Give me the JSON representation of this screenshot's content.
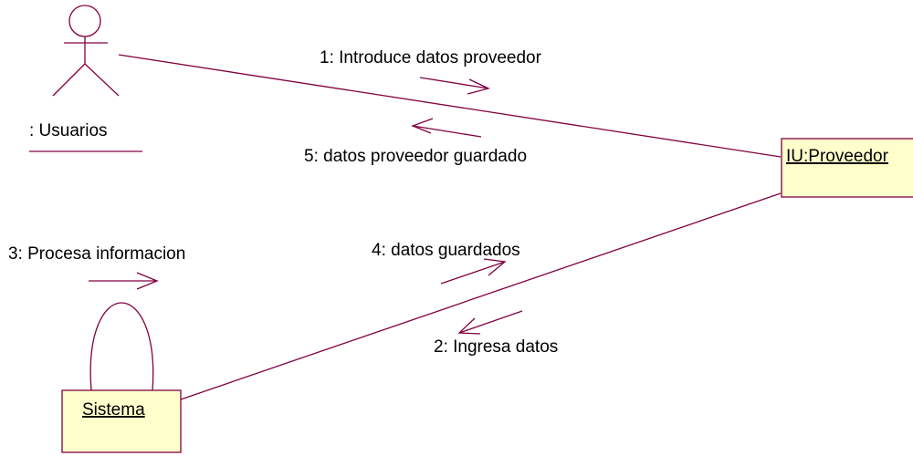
{
  "diagram": {
    "type": "uml-collaboration",
    "colors": {
      "line": "#800040",
      "box_fill": "#ffffcc",
      "text": "#000000"
    },
    "actor": {
      "label": ": Usuarios"
    },
    "objects": {
      "proveedor": {
        "label": "IU:Proveedor"
      },
      "sistema": {
        "label": "Sistema"
      }
    },
    "messages": {
      "m1": "1: Introduce datos proveedor",
      "m5": "5: datos proveedor guardado",
      "m3": "3: Procesa informacion",
      "m4": "4: datos guardados",
      "m2": "2: Ingresa datos"
    }
  }
}
